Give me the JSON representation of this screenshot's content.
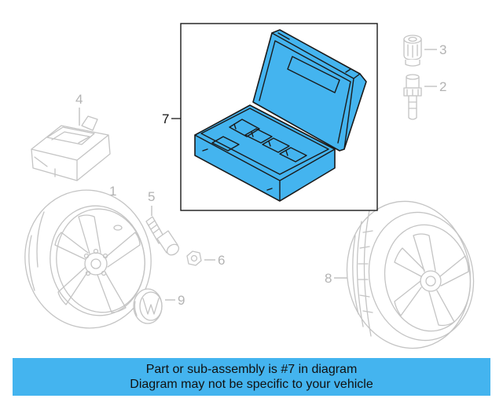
{
  "callouts": {
    "c1": "1",
    "c2": "2",
    "c3": "3",
    "c4": "4",
    "c5": "5",
    "c6": "6",
    "c7": "7",
    "c8": "8",
    "c9": "9"
  },
  "banner": {
    "line1": "Part or sub-assembly is #7 in diagram",
    "line2": "Diagram may not be specific to your vehicle"
  },
  "colors": {
    "highlight": "#44b4ef",
    "outline_faint": "#c4c4c4"
  }
}
